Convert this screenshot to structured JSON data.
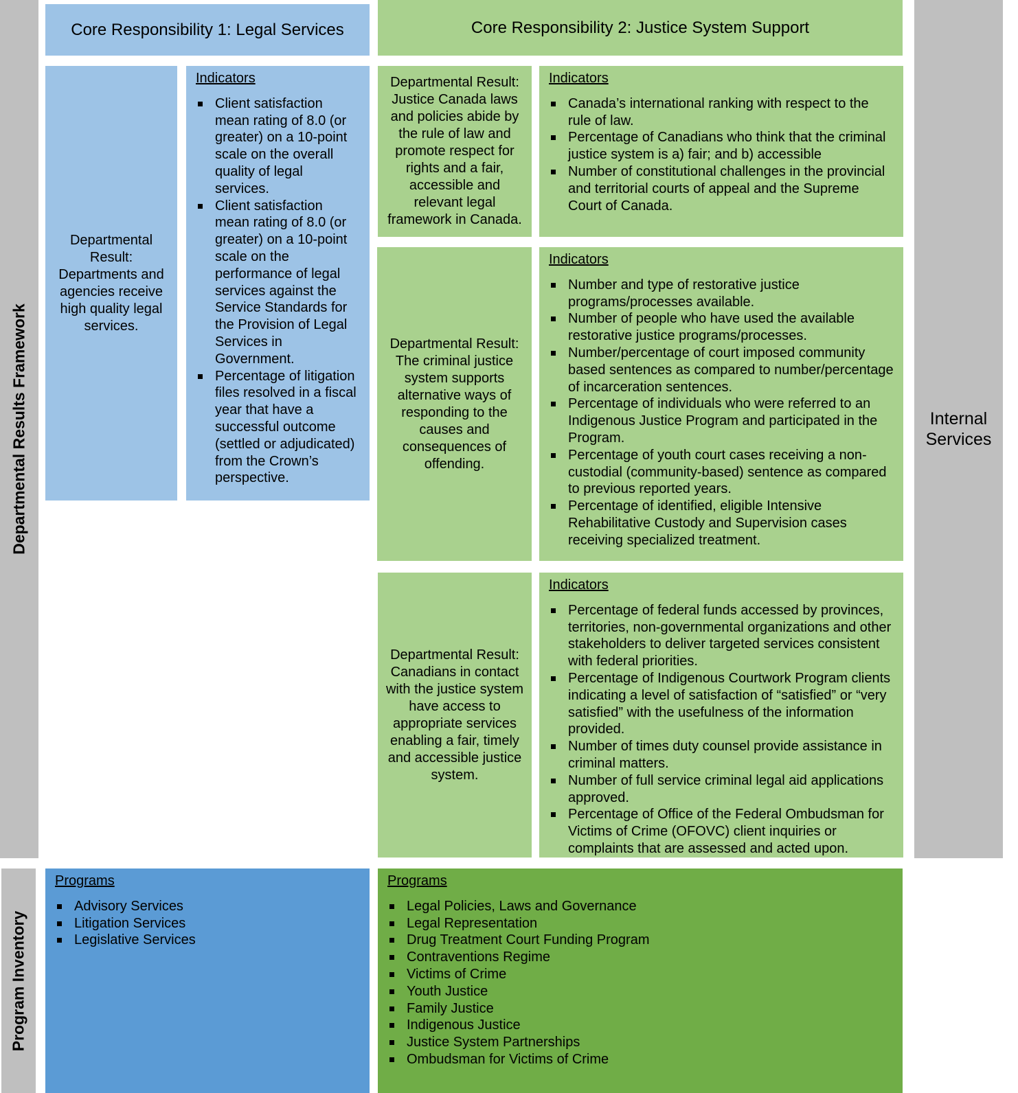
{
  "side_labels": {
    "framework": "Departmental Results Framework",
    "inventory": "Program Inventory"
  },
  "internal_services": {
    "line1": "Internal",
    "line2": "Services"
  },
  "colors": {
    "gray": "#bfbfbf",
    "light_blue": "#9dc3e6",
    "dark_blue": "#5b9bd5",
    "light_green": "#a9d18e",
    "dark_green": "#70ad47"
  },
  "core1": {
    "title": "Core Responsibility 1: Legal Services",
    "result": "Departmental Result: Departments and agencies receive high quality legal services.",
    "indicators_heading": "Indicators",
    "indicators": [
      "Client satisfaction mean rating of 8.0 (or greater) on a 10-point scale on the overall quality of legal services.",
      "Client satisfaction mean rating of 8.0 (or greater) on a 10-point scale on the performance of legal services against the Service Standards for the Provision of Legal Services in Government.",
      "Percentage of litigation files resolved in a fiscal year that have a successful outcome (settled or adjudicated) from the Crown’s perspective."
    ],
    "programs_heading": "Programs",
    "programs": [
      "Advisory Services",
      "Litigation Services",
      "Legislative Services"
    ]
  },
  "core2": {
    "title": "Core Responsibility 2: Justice System Support",
    "results": [
      {
        "result": "Departmental Result: Justice Canada laws and policies abide by the rule of law and promote respect for rights and a fair, accessible and relevant legal framework in Canada.",
        "indicators_heading": "Indicators",
        "indicators": [
          "Canada’s international ranking with respect to the rule of law.",
          "Percentage of Canadians who think that the criminal justice system is a) fair; and b) accessible",
          "Number of constitutional challenges in the provincial and territorial courts of appeal and the Supreme Court of Canada."
        ]
      },
      {
        "result": "Departmental Result: The criminal justice system supports alternative ways of responding to the causes and consequences of offending.",
        "indicators_heading": "Indicators",
        "indicators": [
          "Number and type of restorative justice programs/processes available.",
          "Number of people who have used the available restorative justice programs/processes.",
          "Number/percentage of court imposed community based sentences as compared to number/percentage of incarceration sentences.",
          "Percentage of individuals who were referred to an Indigenous Justice Program and participated in the Program.",
          "Percentage of youth court cases receiving a non-custodial (community-based) sentence as compared to previous reported years.",
          "Percentage of identified, eligible Intensive Rehabilitative Custody and Supervision cases receiving specialized treatment."
        ]
      },
      {
        "result": "Departmental Result: Canadians in contact with the justice system have access to appropriate services enabling a fair, timely and accessible justice system.",
        "indicators_heading": "Indicators",
        "indicators": [
          "Percentage of federal funds accessed by provinces, territories, non-governmental organizations and other stakeholders to deliver targeted services consistent with federal priorities.",
          "Percentage of Indigenous Courtwork Program clients indicating a level of satisfaction of “satisfied” or “very satisfied” with the usefulness of the information provided.",
          "Number of times duty counsel provide assistance in criminal matters.",
          "Number of full service criminal legal aid applications approved.",
          "Percentage of Office of the Federal Ombudsman for Victims of Crime (OFOVC) client inquiries or complaints that are assessed and acted upon."
        ]
      }
    ],
    "programs_heading": "Programs",
    "programs": [
      "Legal Policies, Laws and Governance",
      "Legal Representation",
      "Drug Treatment Court Funding Program",
      "Contraventions Regime",
      "Victims of Crime",
      "Youth Justice",
      "Family Justice",
      "Indigenous Justice",
      "Justice System Partnerships",
      "Ombudsman for Victims of Crime"
    ]
  }
}
